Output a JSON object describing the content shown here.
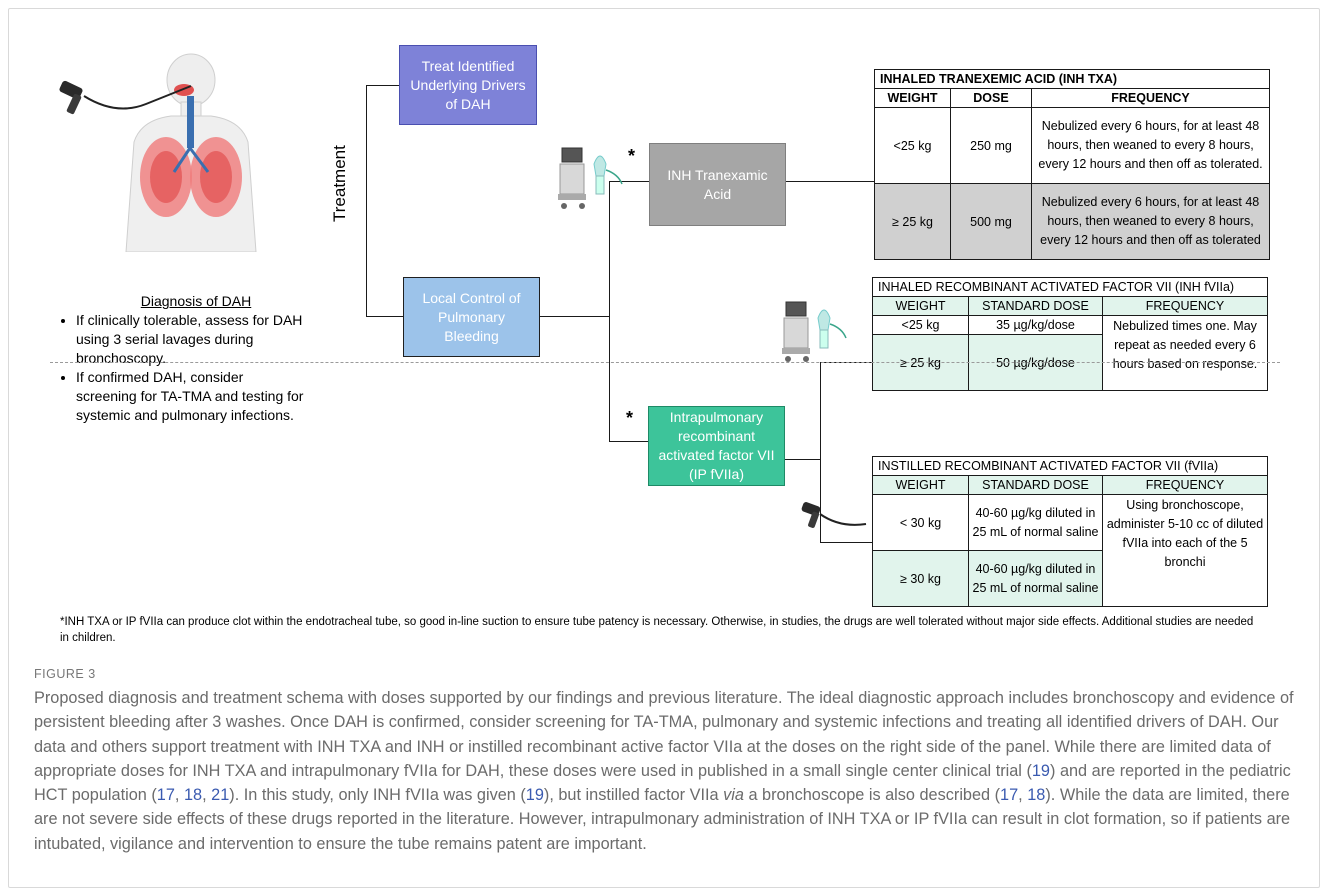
{
  "flow": {
    "treatment_label": "Treatment",
    "treat_box": "Treat Identified Underlying Drivers of DAH",
    "local_box": "Local Control of Pulmonary Bleeding",
    "txa_box": "INH Tranexamic Acid",
    "ip_box": "Intrapulmonary recombinant activated factor VII (IP fVIIa)",
    "asterisk": "*"
  },
  "diagnosis": {
    "title": "Diagnosis of DAH",
    "bullets": [
      "If clinically tolerable, assess for DAH using 3 serial lavages during bronchoscopy.",
      "If confirmed DAH, consider screening for TA-TMA and testing for systemic and pulmonary infections."
    ]
  },
  "table_txa": {
    "title": "INHALED TRANEXEMIC ACID (INH TXA)",
    "headers": [
      "WEIGHT",
      "DOSE",
      "FREQUENCY"
    ],
    "rows": [
      [
        "<25 kg",
        "250 mg",
        "Nebulized  every 6 hours, for at least 48 hours, then weaned to every 8 hours, every 12 hours and then off as tolerated."
      ],
      [
        "≥ 25 kg",
        "500 mg",
        "Nebulized  every 6 hours, for at least 48 hours, then weaned to every 8 hours, every 12 hours and then off as tolerated"
      ]
    ]
  },
  "table_inh_fviia": {
    "title": "INHALED RECOMBINANT ACTIVATED FACTOR VII (INH fVIIa)",
    "headers": [
      "WEIGHT",
      "STANDARD DOSE",
      "FREQUENCY"
    ],
    "rows": [
      [
        "<25 kg",
        "35 µg/kg/dose"
      ],
      [
        "≥ 25 kg",
        "50 µg/kg/dose"
      ]
    ],
    "frequency": "Nebulized times one. May repeat as needed every 6 hours based on response."
  },
  "table_instilled": {
    "title": "INSTILLED RECOMBINANT ACTIVATED FACTOR VII (fVIIa)",
    "headers": [
      "WEIGHT",
      "STANDARD DOSE",
      "FREQUENCY"
    ],
    "rows": [
      [
        "< 30 kg",
        "40-60 µg/kg diluted in 25 mL of normal saline"
      ],
      [
        "≥ 30 kg",
        "40-60 µg/kg diluted in 25 mL of normal saline"
      ]
    ],
    "frequency": "Using bronchoscope, administer 5-10 cc of diluted fVIIa into each of the 5 bronchi"
  },
  "footnote": "*INH TXA or IP fVIIa can produce clot within the endotracheal tube, so good in-line suction to ensure tube patency is necessary. Otherwise, in studies, the drugs are well tolerated without major side effects. Additional studies are needed in children.",
  "caption": {
    "label": "FIGURE 3",
    "p1": "Proposed diagnosis and treatment schema with doses supported by our findings and previous literature. The ideal diagnostic approach includes bronchoscopy and evidence of persistent bleeding after 3 washes. Once DAH is confirmed, consider screening for TA-TMA, pulmonary and systemic infections and treating all identified drivers of DAH. Our data and others support treatment with INH TXA and INH or instilled recombinant active factor VIIa at the doses on the right side of the panel. While there are limited data of appropriate doses for INH TXA and intrapulmonary fVIIa for DAH, these doses were used in published in a small single center clinical trial (",
    "r1": "19",
    "p2": ") and are reported in the pediatric HCT population (",
    "r2": "17",
    "r3": "18",
    "r4": "21",
    "p3": "). In this study, only INH fVIIa was given (",
    "r5": "19",
    "p4": "), but instilled factor VIIa ",
    "via": "via",
    "p5": " a bronchoscope is also described (",
    "r6": "17",
    "r7": "18",
    "p6": "). While the data are limited, there are not severe side effects of these drugs reported in the literature. However, intrapulmonary administration of INH TXA or IP fVIIa can result in clot formation, so if patients are intubated, vigilance and intervention to ensure the tube remains patent are important.",
    "sep": ", "
  },
  "icons": [
    "bronchoscope-icon",
    "lungs-anatomy-icon",
    "ventilator-nebulizer-icon"
  ]
}
